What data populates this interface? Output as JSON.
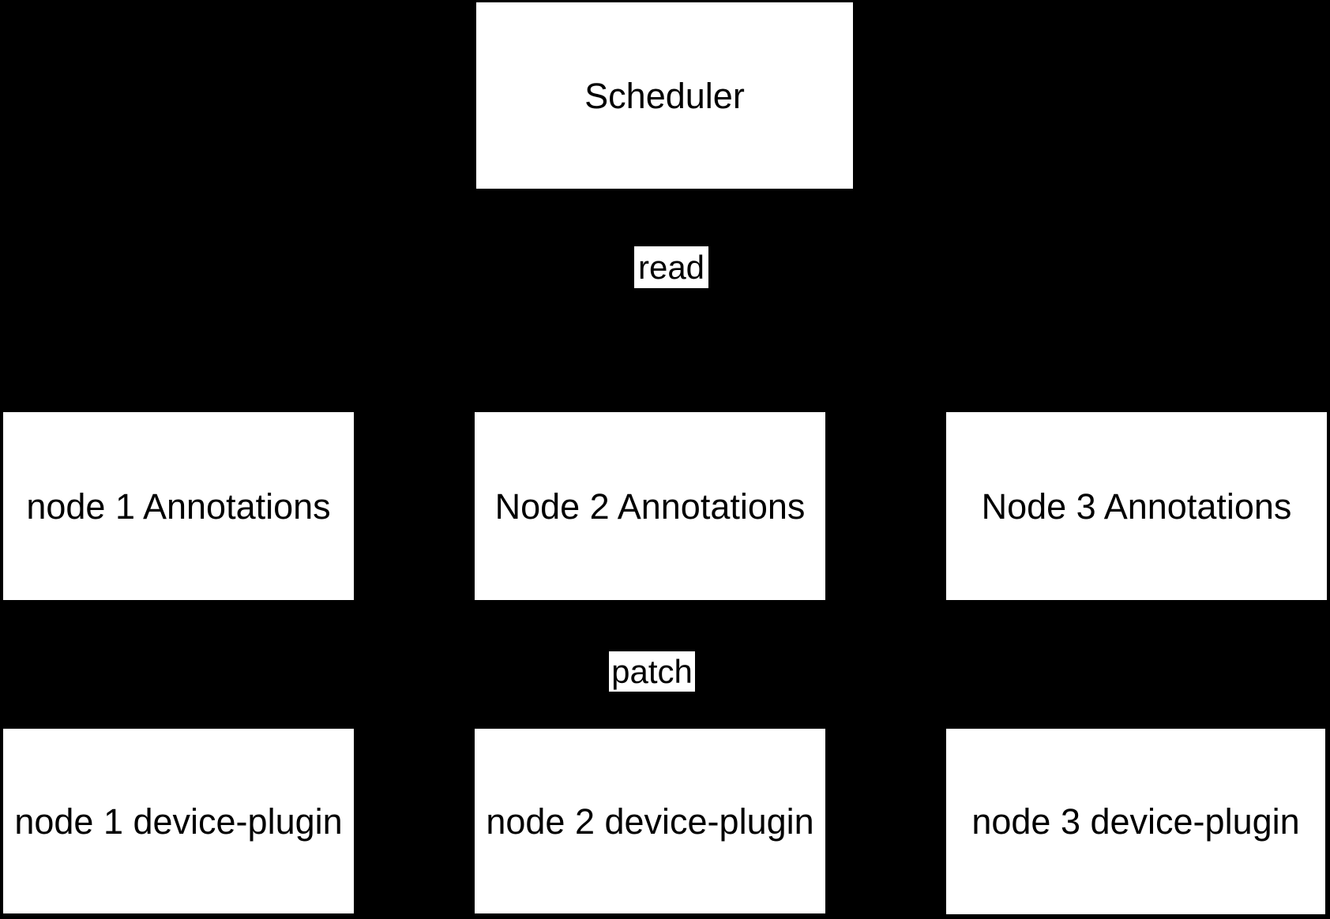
{
  "diagram": {
    "colors": {
      "background": "#000000",
      "node_fill": "#ffffff",
      "text": "#000000"
    },
    "nodes": [
      {
        "id": "scheduler",
        "label": "Scheduler"
      },
      {
        "id": "node1-annotations",
        "label": "node 1 Annotations"
      },
      {
        "id": "node2-annotations",
        "label": "Node 2 Annotations"
      },
      {
        "id": "node3-annotations",
        "label": "Node 3 Annotations"
      },
      {
        "id": "node1-device-plugin",
        "label": "node 1 device-plugin"
      },
      {
        "id": "node2-device-plugin",
        "label": "node 2 device-plugin"
      },
      {
        "id": "node3-device-plugin",
        "label": "node 3 device-plugin"
      }
    ],
    "edge_labels": [
      {
        "id": "read",
        "label": "read"
      },
      {
        "id": "patch",
        "label": "patch"
      }
    ]
  }
}
